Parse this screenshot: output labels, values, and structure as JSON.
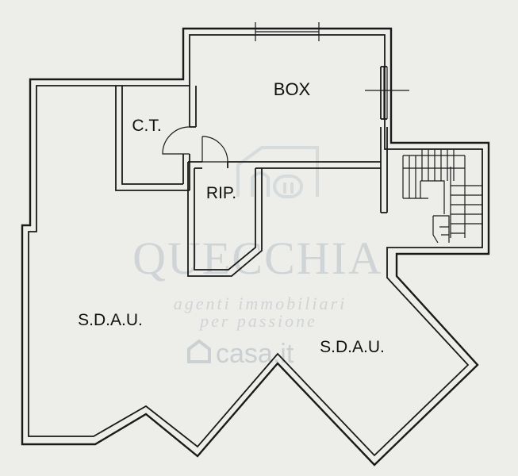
{
  "rooms": {
    "box": "BOX",
    "ct": "C.T.",
    "rip": "RIP.",
    "sdau_left": "S.D.A.U.",
    "sdau_right": "S.D.A.U."
  },
  "watermark": {
    "brand": "QUECCHIA",
    "tagline_line1": "agenti immobiliari",
    "tagline_line2": "per passione",
    "site": "casa.it"
  },
  "colors": {
    "background": "#ededea",
    "walls": "#1a1a1a",
    "watermark": "#c5cdd0"
  }
}
